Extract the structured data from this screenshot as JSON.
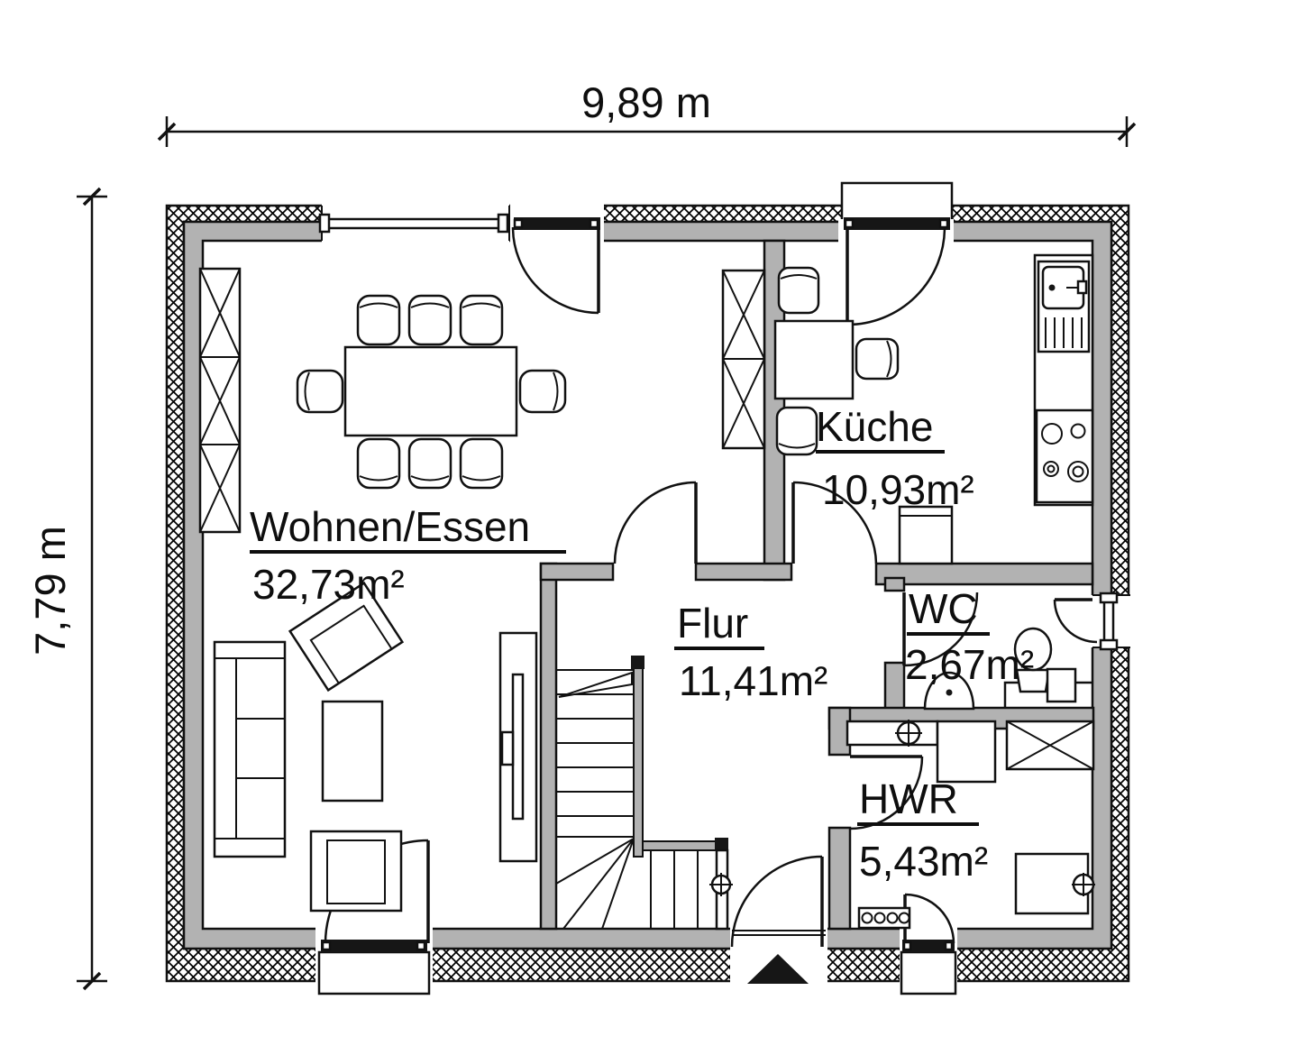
{
  "dimensions": {
    "width": "9,89 m",
    "height": "7,79 m"
  },
  "rooms": [
    {
      "name": "Wohnen/Essen",
      "area": "32,73m²"
    },
    {
      "name": "Küche",
      "area": "10,93m²"
    },
    {
      "name": "Flur",
      "area": "11,41m²"
    },
    {
      "name": "WC",
      "area": "2,67m²"
    },
    {
      "name": "HWR",
      "area": "5,43m²"
    }
  ],
  "colors": {
    "wall_gray": "#b2b2b2",
    "line_black": "#111111"
  }
}
